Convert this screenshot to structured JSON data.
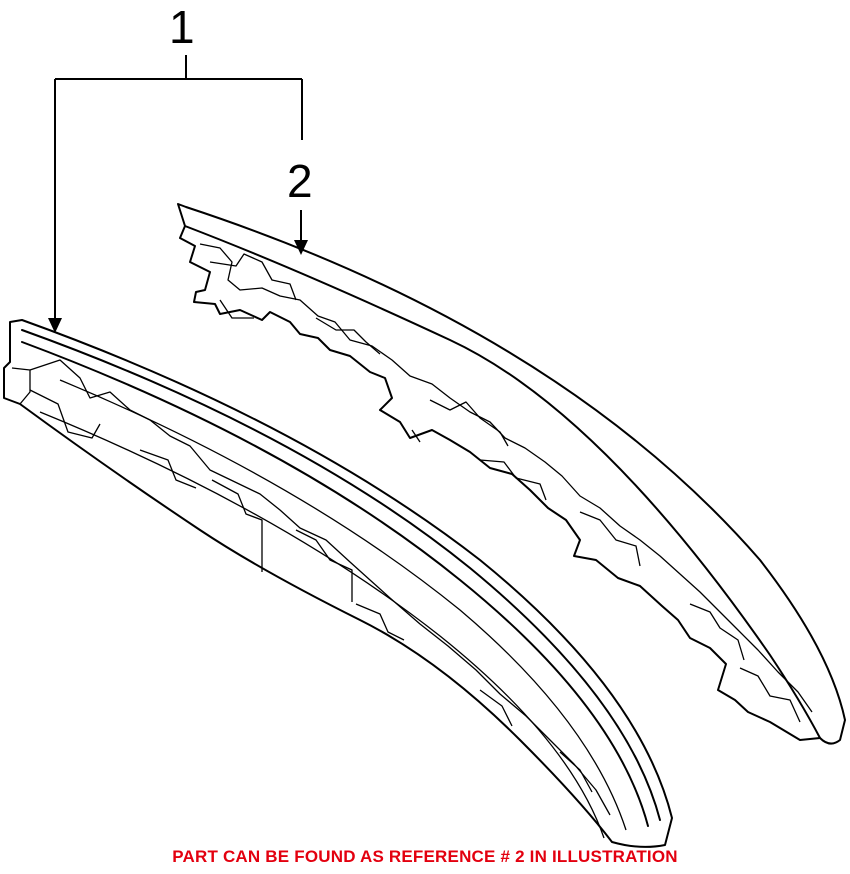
{
  "callouts": {
    "one": "1",
    "two": "2"
  },
  "footer": {
    "note": "PART CAN BE FOUND AS REFERENCE # 2 IN ILLUSTRATION",
    "color": "#e3000f"
  }
}
